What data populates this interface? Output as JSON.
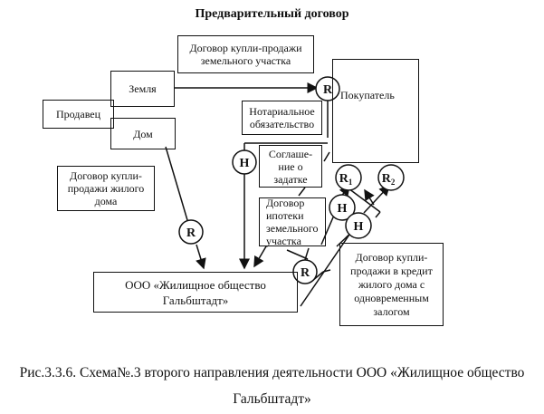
{
  "diagram": {
    "title": "Предварительный договор",
    "boxes": {
      "land_contract": "Договор купли-продажи земельного участка",
      "land": "Земля",
      "seller": "Продавец",
      "house": "Дом",
      "buyer": "Покупатель",
      "notarial": "Нотариальное обязательство",
      "deposit": "Соглаше-ние о задатке",
      "house_contract": "Договор купли-продажи жилого дома",
      "mortgage_land": "Договор ипотеки земельного участка",
      "company": "ООО «Жилищное общество Гальбштадт»",
      "credit_contract": "Договор купли-продажи в кредит жилого дома с одновременным залогом"
    },
    "nodes": {
      "r_top": "R",
      "h_left": "H",
      "r1": "R",
      "r1_sub": "1",
      "r2": "R",
      "r2_sub": "2",
      "h_mid": "H",
      "h_right": "H",
      "r_house": "R",
      "r_bottom": "R"
    },
    "caption_line1": "Рис.3.3.6. Схема№.3 второго направления деятельности ООО «Жилищное общество",
    "caption_line2": "Гальбштадт»"
  }
}
